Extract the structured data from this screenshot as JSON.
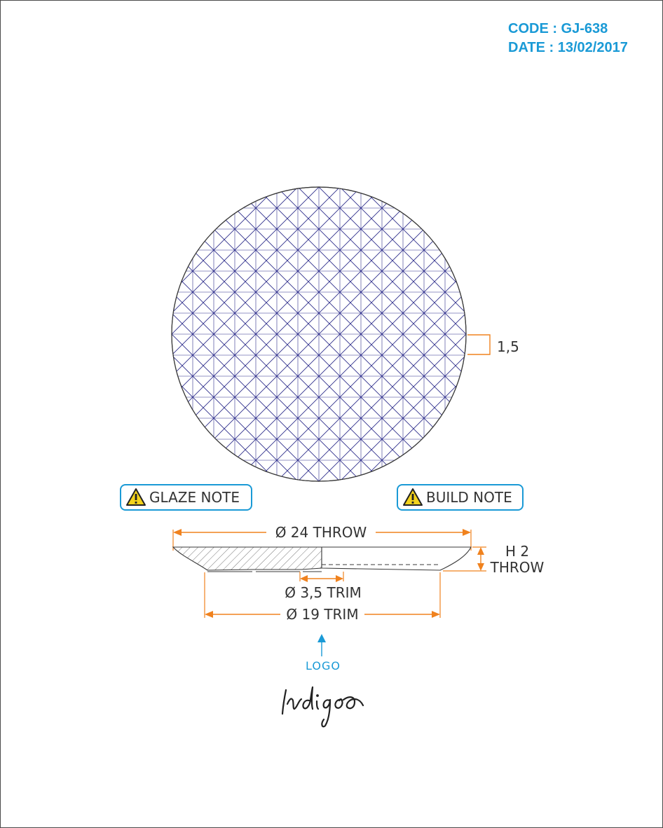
{
  "header": {
    "code": "CODE : GJ-638",
    "date": "DATE : 13/02/2017"
  },
  "notes": {
    "glaze": "GLAZE NOTE",
    "build": "BUILD NOTE",
    "icon": "warning-triangle-icon"
  },
  "dimensions": {
    "pattern_depth": "1,5",
    "throw_diameter": "Ø 24 THROW",
    "height_line1": "H 2",
    "height_line2": "THROW",
    "trim_small": "Ø 3,5 TRIM",
    "trim_large": "Ø 19 TRIM"
  },
  "logo": {
    "label": "LOGO",
    "brand": "Indigo"
  },
  "colors": {
    "accent": "#1a9ad6",
    "dimension": "#f0821e",
    "pattern": "#2e2e8c",
    "text": "#333333"
  }
}
